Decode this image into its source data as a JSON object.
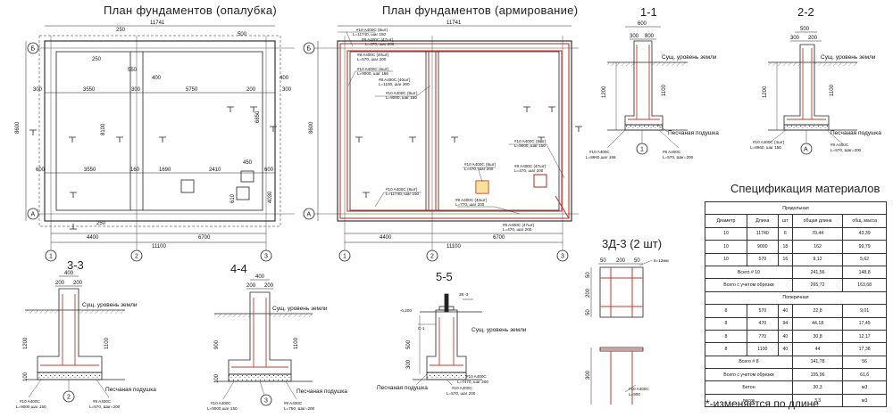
{
  "titles": {
    "plan_formwork": "План фундаментов (опалубка)",
    "plan_reinforcement": "План фундаментов (армирование)",
    "section_1": "1-1",
    "section_2": "2-2",
    "section_3": "3-3",
    "section_4": "4-4",
    "section_5": "5-5",
    "frame": "3Д-3 (2 шт)"
  },
  "axes": {
    "a": "А",
    "b": "Б",
    "n1": "1",
    "n2": "2",
    "n3": "3"
  },
  "plan_dims": {
    "total_top": "11741",
    "total_bottom": "11100",
    "left_span": "4400",
    "right_span": "6700",
    "height": "8600",
    "d250": "250",
    "d500": "500",
    "d300": "300",
    "d3550": "3550",
    "d5750": "5750",
    "d200": "200",
    "d400": "400",
    "d550": "550",
    "d8100": "8100",
    "d6850": "6850",
    "d600": "600",
    "d160": "160",
    "d1690": "1690",
    "d2410": "2410",
    "d450": "450",
    "d610": "610",
    "d4030": "4030"
  },
  "rebar_notes": {
    "r1": "#10 A400C (8шт)",
    "r1b": "L=11740, шаг 150",
    "r2": "#8 A400C (47шт)",
    "r2b": "L=470, шаг 200",
    "r3": "#8 A400C (40шт)",
    "r3b": "L=570, шаг 200",
    "r4": "#10 A400C (6шт)",
    "r4b": "L=9000, шаг 166",
    "r5": "#8 A400C (40шт)",
    "r5b": "L=1100, шаг 200",
    "r6": "#10 A400C (8шт)",
    "r6b": "L=9000, шаг 150",
    "r7": "#10 A400C (8шт)",
    "r7b": "L=9000, шаг 150",
    "r8": "#10 A400C (8шт)",
    "r8b": "L=470, шаг 200",
    "r9": "#10 A400C (8шт)",
    "r9b": "L=11740, шаг 150",
    "r10": "#8 A400C (40шт)",
    "r10b": "L=770, шаг 200",
    "r11": "#8 A400C (47шт)",
    "r11b": "L=470, шаг 200"
  },
  "section_texts": {
    "ground": "Сущ. уровень земли",
    "sand": "Песчаная подушка",
    "bar10": "#10 A400C",
    "bar10_166": "L=8960,шаг 166",
    "bar10_150": "L=8960, шаг 150",
    "bar10_4sht": "#10 A400C (4шт)",
    "bar8": "#8 A400C",
    "bar8_570": "L=570, Шаг=200",
    "bar10_9000": "L=9000,шаг 150",
    "bar8_200": "L=570, Шаг=200",
    "bar8_750": "L=750, Шаг=200",
    "bar10_7470": "L=7470, шаг 200",
    "bar8_570b": "L=570, шаг 200",
    "bar10_b": "#10 A400C",
    "frame_note": "8=12мм",
    "frame_bar": "#10 A400C",
    "frame_bar_l": "L=900",
    "d600": "600",
    "d800": "800",
    "d300": "300",
    "d200": "200",
    "d500": "500",
    "d1200": "1200",
    "d1100": "1100",
    "d900": "900",
    "d100": "100",
    "d400": "400",
    "d50": "50",
    "m0200": "-0,200",
    "c1": "С-1",
    "m38": "38 -3"
  },
  "spec": {
    "title": "Спецификация материалов",
    "group_long": "Продольная",
    "group_trans": "Поперечная",
    "headers": [
      "Диаметр",
      "Длина",
      "шт",
      "общая длина",
      "общ. масса"
    ],
    "long_rows": [
      [
        "10",
        "11740",
        "6",
        "70,44",
        "43,39"
      ],
      [
        "10",
        "9000",
        "18",
        "162",
        "99,79"
      ],
      [
        "10",
        "570",
        "16",
        "9,12",
        "5,62"
      ]
    ],
    "total10_label": "Всего # 10",
    "total10": [
      "241,56",
      "148,8"
    ],
    "total10c_label": "Всего с учетом обрезки",
    "total10c": [
      "265,72",
      "163,68"
    ],
    "trans_rows": [
      [
        "8",
        "570",
        "40",
        "22,8",
        "9,01"
      ],
      [
        "8",
        "470",
        "94",
        "44,18",
        "17,45"
      ],
      [
        "8",
        "770",
        "40",
        "30,8",
        "12,17"
      ],
      [
        "8",
        "1100",
        "40",
        "44",
        "17,38"
      ]
    ],
    "total8_label": "Всего # 8",
    "total8": [
      "141,78",
      "56"
    ],
    "total8c_label": "Всего с учетом обрезки",
    "total8c": [
      "155,96",
      "61,6"
    ],
    "concrete_label": "Бетон",
    "concrete": [
      "30,3",
      "м3"
    ],
    "sand_label": "песок",
    "sand": [
      "3,3",
      "м3"
    ]
  },
  "footnote": "*-изменяется по длине",
  "colors": {
    "rebar": "#c0392b",
    "line": "#222222",
    "hatch": "#555555"
  }
}
